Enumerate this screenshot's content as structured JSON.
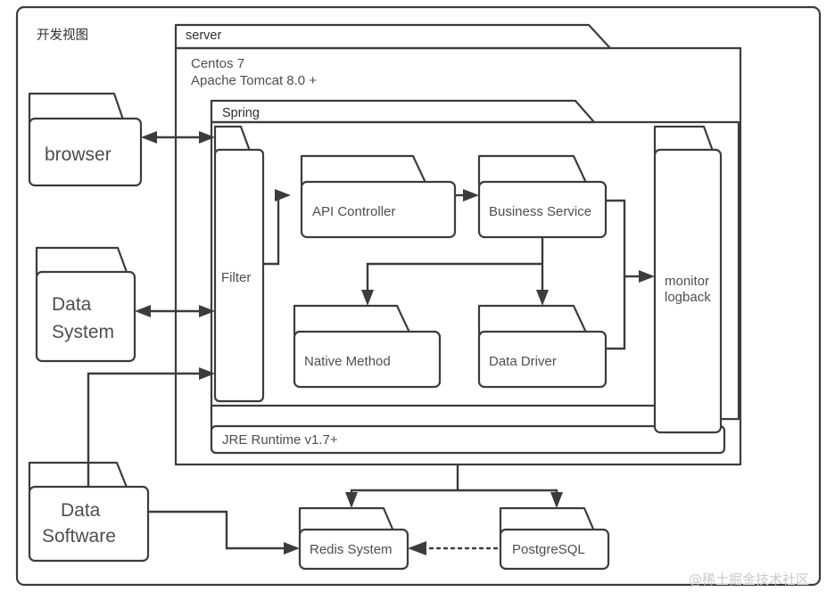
{
  "diagram": {
    "title": "开发视图",
    "watermark": "@稀土掘金技术社区",
    "colors": {
      "line": "#3c3c3c",
      "text": "#4e4e4e",
      "background": "#ffffff",
      "watermark": "#c9c9c9"
    },
    "packages": [
      {
        "id": "server",
        "label": "server",
        "body_lines": [
          "Centos 7",
          "Apache Tomcat 8.0 +"
        ]
      },
      {
        "id": "spring",
        "label": "Spring"
      }
    ],
    "nodes": [
      {
        "id": "browser",
        "label": "browser",
        "shape": "folder"
      },
      {
        "id": "data-system",
        "label": "Data\nSystem",
        "line1": "Data",
        "line2": "System",
        "shape": "folder"
      },
      {
        "id": "data-software",
        "label": "Data\nSoftware",
        "line1": "Data",
        "line2": "Software",
        "shape": "folder"
      },
      {
        "id": "filter",
        "label": "Filter",
        "shape": "folder"
      },
      {
        "id": "api-controller",
        "label": "API Controller",
        "shape": "folder"
      },
      {
        "id": "business-service",
        "label": "Business Service",
        "shape": "folder"
      },
      {
        "id": "native-method",
        "label": "Native Method",
        "shape": "folder"
      },
      {
        "id": "data-driver",
        "label": "Data Driver",
        "shape": "folder"
      },
      {
        "id": "monitor",
        "label": "monitor\nlogback",
        "line1": "monitor",
        "line2": "logback",
        "shape": "folder"
      },
      {
        "id": "jre",
        "label": "JRE Runtime v1.7+",
        "shape": "folder"
      },
      {
        "id": "redis",
        "label": "Redis System",
        "shape": "folder"
      },
      {
        "id": "postgresql",
        "label": "PostgreSQL",
        "shape": "folder"
      }
    ],
    "edges": [
      {
        "from": "browser",
        "to": "filter",
        "style": "solid",
        "direction": "bidirectional"
      },
      {
        "from": "data-system",
        "to": "filter",
        "style": "solid",
        "direction": "bidirectional"
      },
      {
        "from": "data-software",
        "to": "filter",
        "style": "solid",
        "direction": "forward"
      },
      {
        "from": "filter",
        "to": "api-controller",
        "style": "solid",
        "direction": "forward"
      },
      {
        "from": "api-controller",
        "to": "business-service",
        "style": "solid",
        "direction": "forward"
      },
      {
        "from": "business-service",
        "to": "native-method",
        "style": "solid",
        "direction": "forward"
      },
      {
        "from": "business-service",
        "to": "data-driver",
        "style": "solid",
        "direction": "forward"
      },
      {
        "from": "business-service",
        "to": "monitor",
        "style": "solid",
        "direction": "forward"
      },
      {
        "from": "data-driver",
        "to": "monitor",
        "style": "solid",
        "direction": "forward"
      },
      {
        "from": "server",
        "to": "redis",
        "style": "solid",
        "direction": "forward"
      },
      {
        "from": "server",
        "to": "postgresql",
        "style": "solid",
        "direction": "forward"
      },
      {
        "from": "data-software",
        "to": "redis",
        "style": "solid",
        "direction": "forward"
      },
      {
        "from": "postgresql",
        "to": "redis",
        "style": "dotted",
        "direction": "forward"
      }
    ]
  }
}
